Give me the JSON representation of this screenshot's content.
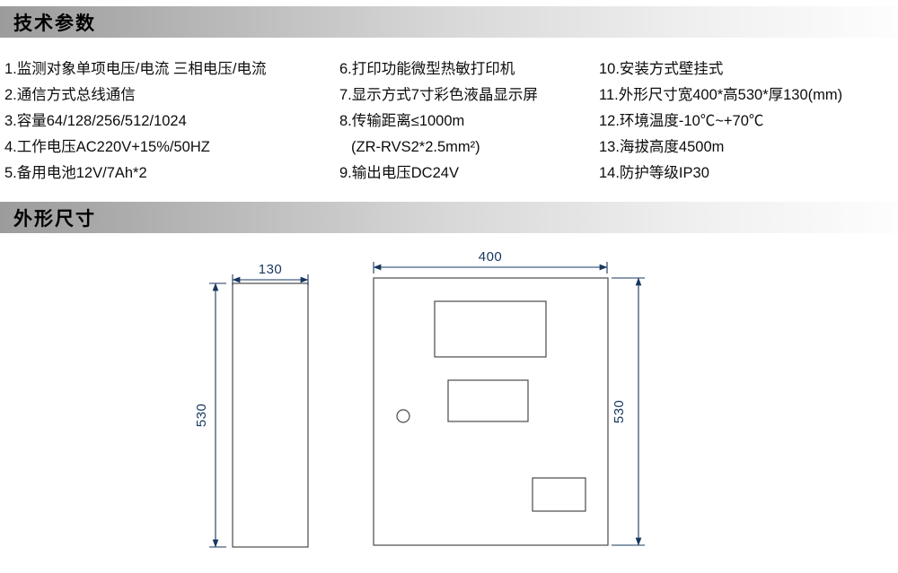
{
  "sections": {
    "tech": {
      "title": "技术参数",
      "col1": [
        "1.监测对象单项电压/电流 三相电压/电流",
        "2.通信方式总线通信",
        "3.容量64/128/256/512/1024",
        "4.工作电压AC220V+15%/50HZ",
        "5.备用电池12V/7Ah*2"
      ],
      "col2": [
        "6.打印功能微型热敏打印机",
        "7.显示方式7寸彩色液晶显示屏",
        "8.传输距离≤1000m",
        "(ZR-RVS2*2.5mm²)",
        "9.输出电压DC24V"
      ],
      "col3": [
        "10.安装方式壁挂式",
        "11.外形尺寸宽400*高530*厚130(mm)",
        "12.环境温度-10℃~+70℃",
        "13.海拔高度4500m",
        "14.防护等级IP30"
      ]
    },
    "dims": {
      "title": "外形尺寸",
      "side_width": "130",
      "side_height": "530",
      "front_width": "400",
      "front_height": "530"
    }
  },
  "colors": {
    "dimension_line": "#17375e",
    "outline": "#4a4a4a",
    "header_gradient_start": "#9c9c9c",
    "header_gradient_end": "#fdfdfd"
  }
}
